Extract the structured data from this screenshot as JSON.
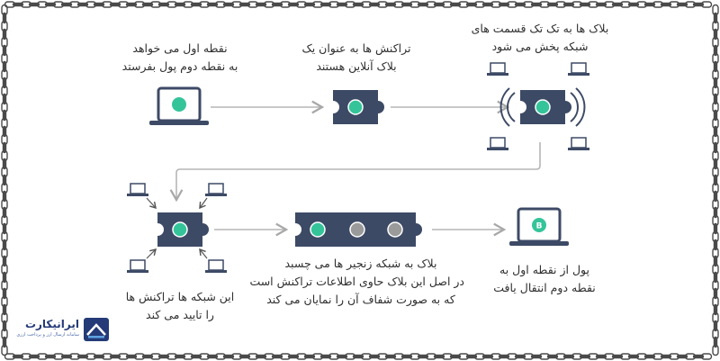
{
  "steps": {
    "step1": {
      "line1": "نقطه اول می خواهد",
      "line2": "به نقطه دوم پول بفرستد"
    },
    "step2": {
      "line1": "تراکنش ها به عنوان یک",
      "line2": "بلاک آنلاین هستند"
    },
    "step3": {
      "line1": "بلاک ها به تک تک قسمت های",
      "line2": "شبکه پخش می شود"
    },
    "step4": {
      "line1": "این شبکه ها تراکنش ها",
      "line2": "را تایید می کند"
    },
    "step5": {
      "line1": "بلاک به شبکه زنجیر ها می چسبد",
      "line2": "در اصل این بلاک حاوی اطلاعات تراکنش است",
      "line3": "که به صورت شفاف آن را نمایان می کند"
    },
    "step6": {
      "line1": "پول از نقطه اول به",
      "line2": "نقطه دوم انتقال یافت"
    }
  },
  "coin_symbol": "B",
  "logo": {
    "brand": "ایرانیکارت",
    "tagline": "سامانه ارسال ارز و پرداخت ارزی"
  },
  "colors": {
    "block": "#3d4a66",
    "dot": "#35c49a",
    "dot_inactive": "#9a9a9a",
    "chain": "#4a4a4a",
    "arrow": "#b5b5b5"
  }
}
